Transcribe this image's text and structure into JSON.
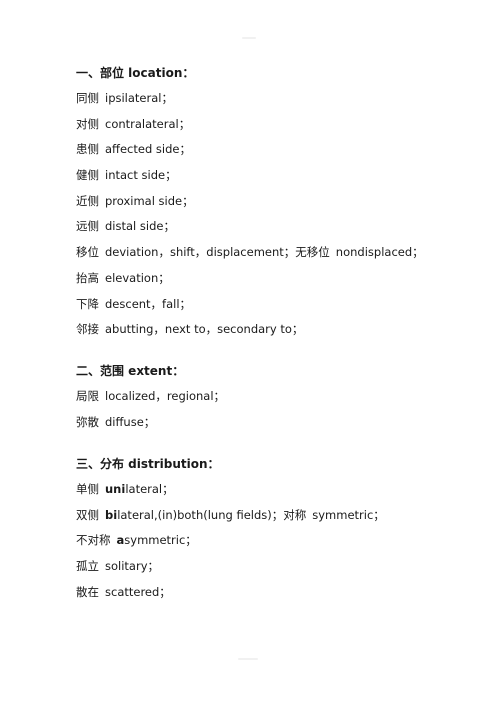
{
  "sections": [
    {
      "heading": "一、部位 location：",
      "lines": [
        {
          "term": "同侧",
          "en": "ipsilateral；"
        },
        {
          "term": "对侧",
          "en": "contralateral；"
        },
        {
          "term": "患侧",
          "en": "affected side；"
        },
        {
          "term": "健侧",
          "en": "intact side；"
        },
        {
          "term": "近侧",
          "en": "proximal side；"
        },
        {
          "term": "远侧",
          "en": "distal side；"
        },
        {
          "term": "移位",
          "en": "deviation，shift，displacement；",
          "term2": "无移位",
          "en2": "nondisplaced；"
        },
        {
          "term": "抬高",
          "en": "elevation；"
        },
        {
          "term": "下降",
          "en": "descent，fall；"
        },
        {
          "term": "邻接",
          "en": "abutting，next to，secondary to；"
        }
      ]
    },
    {
      "heading": "二、范围 extent：",
      "lines": [
        {
          "term": "局限",
          "en": "localized，regional；"
        },
        {
          "term": "弥散",
          "en": "diffuse；"
        }
      ]
    },
    {
      "heading": "三、分布 distribution：",
      "lines": [
        {
          "term": "单侧",
          "en_bold": "uni",
          "en": "lateral；"
        },
        {
          "term": "双侧",
          "en_bold": "bi",
          "en": "lateral,(in)both(lung fields)；",
          "term2": "对称",
          "en2": "symmetric；"
        },
        {
          "term": "不对称",
          "en_bold": "a",
          "en": "symmetric；"
        },
        {
          "term": "孤立",
          "en": "solitary；"
        },
        {
          "term": "散在",
          "en": "scattered；"
        }
      ]
    }
  ]
}
